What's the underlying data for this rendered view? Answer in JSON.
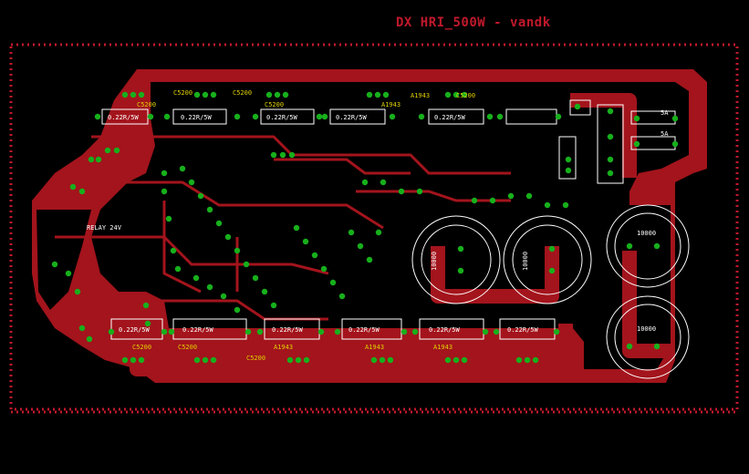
{
  "title": "DX HRI_500W - vandk",
  "colors": {
    "copper": "#a3141c",
    "board_bg": "#000000",
    "pad": "#17b01c",
    "silk": "#ffffff",
    "outline": "#c0192b",
    "part_label": "#e0d000"
  },
  "labels": {
    "fuse1": "5A",
    "fuse2": "5A",
    "cap1": "10000",
    "cap2": "10000",
    "cap3": "10000",
    "cap4": "10000",
    "relay": "RELAY 24V",
    "res_top": [
      "0.22R/5W",
      "0.22R/5W",
      "0.22R/5W",
      "0.22R/5W",
      "0.22R/5W"
    ],
    "res_bot": [
      "0.22R/5W",
      "0.22R/5W",
      "0.22R/5W",
      "0.22R/5W",
      "0.22R/5W",
      "0.22R/5W"
    ],
    "tr_top": [
      "C5200",
      "C5200",
      "C5200",
      "C5200",
      "A1943",
      "A1943",
      "C5200"
    ],
    "tr_bot": [
      "C5200",
      "C5200",
      "C5200",
      "A1943",
      "A1943",
      "A1943"
    ]
  }
}
